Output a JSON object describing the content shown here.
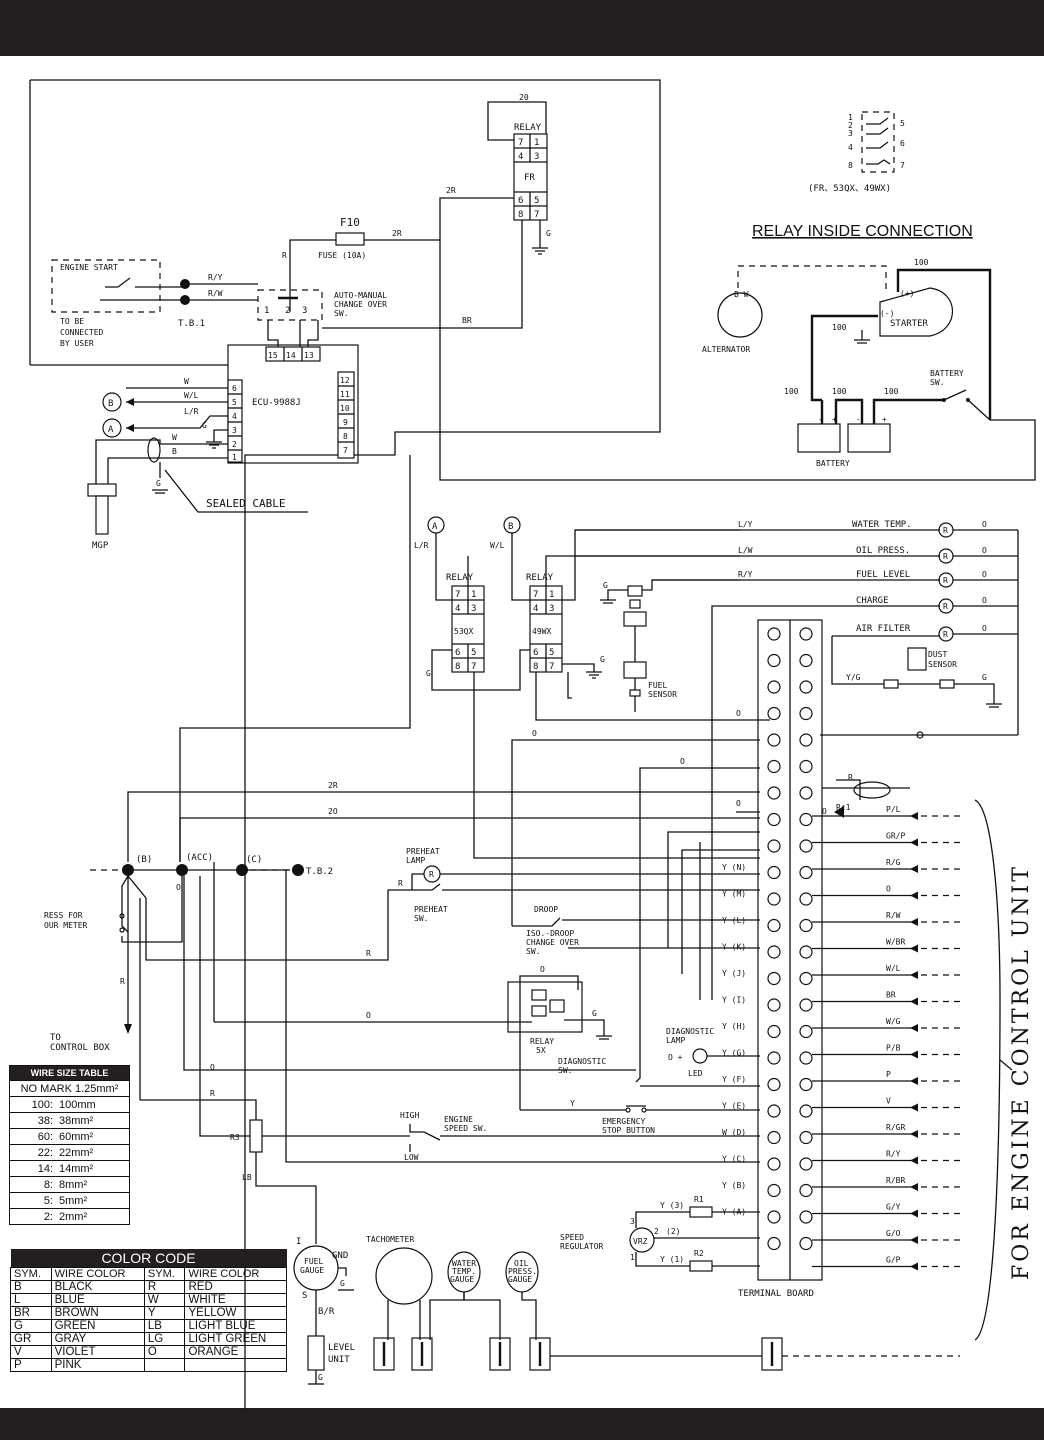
{
  "wire_size_table": {
    "title": "WIRE SIZE TABLE",
    "no_mark": "NO MARK 1.25mm²",
    "rows": [
      {
        "key": "100:",
        "value": "100mm"
      },
      {
        "key": "38:",
        "value": "38mm²"
      },
      {
        "key": "60:",
        "value": "60mm²"
      },
      {
        "key": "22:",
        "value": "22mm²"
      },
      {
        "key": "14:",
        "value": "14mm²"
      },
      {
        "key": "8:",
        "value": "8mm²"
      },
      {
        "key": "5:",
        "value": "5mm²"
      },
      {
        "key": "2:",
        "value": "2mm²"
      }
    ]
  },
  "color_code": {
    "title": "COLOR CODE",
    "headers": [
      "SYM.",
      "WIRE COLOR",
      "SYM.",
      "WIRE COLOR"
    ],
    "rows": [
      [
        "B",
        "BLACK",
        "R",
        "RED"
      ],
      [
        "L",
        "BLUE",
        "W",
        "WHITE"
      ],
      [
        "BR",
        "BROWN",
        "Y",
        "YELLOW"
      ],
      [
        "G",
        "GREEN",
        "LB",
        "LIGHT BLUE"
      ],
      [
        "GR",
        "GRAY",
        "LG",
        "LIGHT GREEN"
      ],
      [
        "V",
        "VIOLET",
        "O",
        "ORANGE"
      ],
      [
        "P",
        "PINK",
        "",
        ""
      ]
    ]
  },
  "relay_inside": {
    "heading": "RELAY INSIDE CONNECTION",
    "types": "(FR、53QX、49WX)"
  },
  "side_label": "FOR ENGINE CONTROL UNIT",
  "labels": {
    "relay_top": "RELAY",
    "fr": "FR",
    "f10": "F10",
    "fuse": "FUSE (10A)",
    "engine_start": "ENGINE START",
    "to_be": "TO BE",
    "connected": "CONNECTED",
    "by_user": "BY USER",
    "tb1": "T.B.1",
    "auto_manual_1": "AUTO-MANUAL",
    "auto_manual_2": "CHANGE OVER",
    "auto_manual_3": "SW.",
    "ecu": "ECU-9988J",
    "sealed_cable": "SEALED CABLE",
    "mgp": "MGP",
    "alternator": "ALTERNATOR",
    "starter": "STARTER",
    "battery": "BATTERY",
    "battery_sw": "BATTERY",
    "battery_sw2": "SW.",
    "relay_53qx": "53QX",
    "relay_49wx": "49WX",
    "fuel_sensor_1": "FUEL",
    "fuel_sensor_2": "SENSOR",
    "water_temp": "WATER TEMP.",
    "oil_press": "OIL PRESS.",
    "fuel_level": "FUEL LEVEL",
    "charge": "CHARGE",
    "air_filter": "AIR FILTER",
    "dust_sensor_1": "DUST",
    "dust_sensor_2": "SENSOR",
    "b_node": "(B)",
    "acc_node": "(ACC)",
    "c_node": "(C)",
    "tb2": "T.B.2",
    "press_for_1": "RESS FOR",
    "press_for_2": "OUR METER",
    "to_control_1": "TO",
    "to_control_2": "CONTROL BOX",
    "preheat_lamp_1": "PREHEAT",
    "preheat_lamp_2": "LAMP",
    "preheat_sw_1": "PREHEAT",
    "preheat_sw_2": "SW.",
    "droop": "DROOP",
    "iso_droop_1": "ISO.-DROOP",
    "iso_droop_2": "CHANGE OVER",
    "iso_droop_3": "SW.",
    "relay_5x_1": "RELAY",
    "relay_5x_2": "5X",
    "diag_sw_1": "DIAGNOSTIC",
    "diag_sw_2": "SW.",
    "diag_lamp_1": "DIAGNOSTIC",
    "diag_lamp_2": "LAMP",
    "led": "LED",
    "high": "HIGH",
    "low": "LOW",
    "engine_speed_1": "ENGINE",
    "engine_speed_2": "SPEED SW.",
    "emergency_1": "EMERGENCY",
    "emergency_2": "STOP BUTTON",
    "r3": "R3",
    "r1": "R1",
    "r2": "R2",
    "speed_reg_1": "SPEED",
    "speed_reg_2": "REGULATOR",
    "vrz": "VRZ",
    "terminal_board": "TERMINAL BOARD",
    "tachometer": "TACHOMETER",
    "fuel_gauge_1": "FUEL",
    "fuel_gauge_2": "GAUGE",
    "gnd": "GND",
    "level_unit_1": "LEVEL",
    "level_unit_2": "UNIT",
    "water_temp_gauge": [
      "WATER",
      "TEMP.",
      "GAUGE"
    ],
    "oil_press_gauge": [
      "OIL",
      "PRESS.",
      "GAUGE"
    ]
  },
  "right_wire_labels": [
    "P/L",
    "GR/P",
    "R/G",
    "O",
    "R/W",
    "W/BR",
    "W/L",
    "BR",
    "W/G",
    "P/B",
    "P",
    "V",
    "R/GR",
    "R/Y",
    "R/BR",
    "G/Y",
    "G/O",
    "G/P"
  ],
  "terminal_y_labels": [
    "Y (N)",
    "Y (M)",
    "Y (L)",
    "Y (K)",
    "Y (J)",
    "Y (I)",
    "Y (H)",
    "Y (G)",
    "Y (F)",
    "Y (E)",
    "W (D)",
    "Y (C)",
    "Y (B)",
    "Y (A)"
  ]
}
